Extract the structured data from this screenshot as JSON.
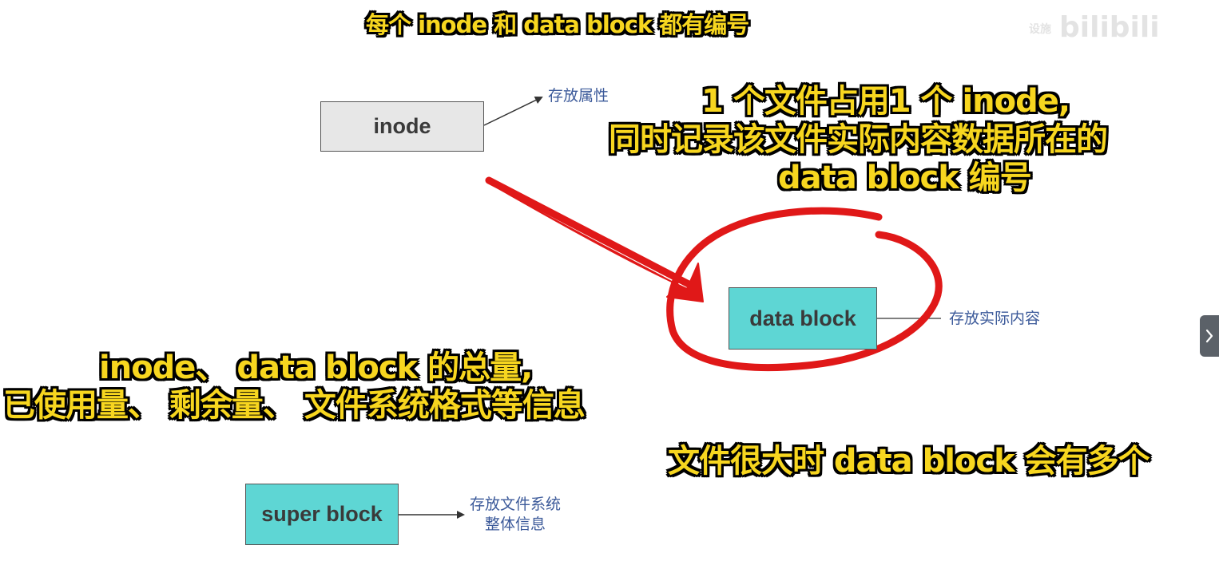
{
  "captions": {
    "top": "每个 inode 和 data block 都有编号",
    "right_line1": "1 个文件占用1 个 inode,",
    "right_line2": "同时记录该文件实际内容数据所在的",
    "right_line3": "data block 编号",
    "left_line1": "inode、 data block 的总量,",
    "left_line2": "已使用量、 剩余量、 文件系统格式等信息",
    "bottom_right": "文件很大时 data block 会有多个"
  },
  "diagram": {
    "inode": {
      "label": "inode",
      "note": "存放属性"
    },
    "data_block": {
      "label": "data block",
      "note": "存放实际内容"
    },
    "super_block": {
      "label": "super block",
      "note_line1": "存放文件系统",
      "note_line2": "整体信息"
    }
  },
  "watermark": {
    "text": "bilibili",
    "small": "设施"
  },
  "navigation": {
    "next_icon": "chevron-right-icon"
  },
  "colors": {
    "caption_fill": "#f7d61f",
    "caption_outline": "#000000",
    "note_text": "#3c5a9a",
    "inode_box": "#e7e7e7",
    "block_box": "#5ed6d4",
    "annotation_red": "#e01818"
  }
}
